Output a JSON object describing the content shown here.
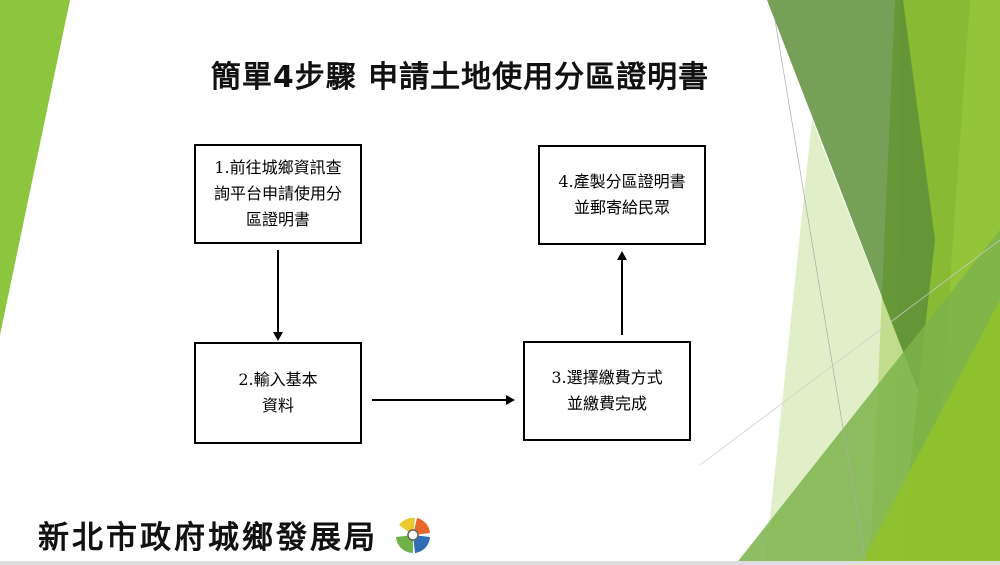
{
  "title": "簡單4步驟 申請土地使用分區證明書",
  "steps": [
    {
      "label": "1.前往城鄉資訊查詢平台申請使用分區證明書"
    },
    {
      "label": "2.輸入基本資料"
    },
    {
      "label": "3.選擇繳費方式並繳費完成"
    },
    {
      "label": "4.產製分區證明書並郵寄給民眾"
    }
  ],
  "footer": {
    "org_name": "新北市政府城鄉發展局"
  },
  "colors": {
    "accent_green": "#8cbf2e",
    "dark_green": "#5e8f3a"
  }
}
